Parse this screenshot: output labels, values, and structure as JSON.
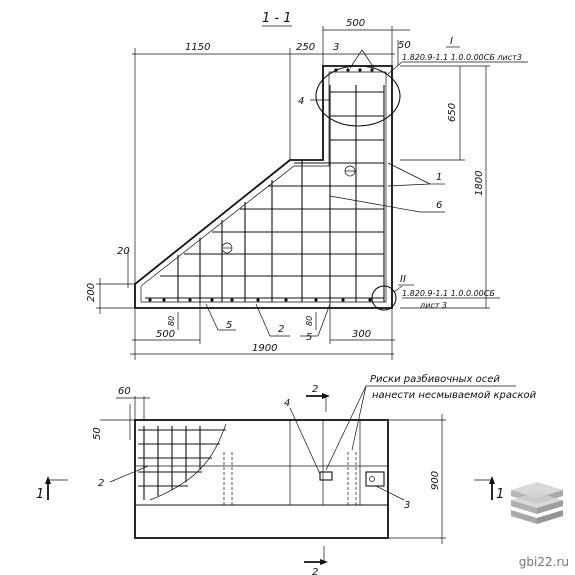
{
  "section_title": "1 - 1",
  "top_dims": {
    "d1150": "1150",
    "d250": "250",
    "d500": "500",
    "d50": "50"
  },
  "side_dims": {
    "d650": "650",
    "d1800": "1800",
    "d20": "20",
    "d200": "200"
  },
  "bottom_dims": {
    "d500": "500",
    "d80a": "80",
    "d80b": "80",
    "d300": "300",
    "d1900": "1900"
  },
  "callouts": {
    "c1": "1",
    "c2": "2",
    "c3": "3",
    "c4": "4",
    "c5a": "5",
    "c5b": "5",
    "c6": "6",
    "node_I": "I",
    "node_II": "II",
    "ref_I": "1.820.9-1.1 1.0.0.00СБ лист3",
    "ref_II": "1.820.9-1.1 1.0.0.00СБ",
    "ref_II_sheet": "лист 3"
  },
  "plan": {
    "d60": "60",
    "d50": "50",
    "d900": "900",
    "note_line1": "Риски разбивочных осей",
    "note_line2": "нанести несмываемой краской",
    "c2": "2",
    "c3": "3",
    "c4": "4",
    "sec1_left": "1",
    "sec1_right": "1",
    "sec2_top": "2",
    "sec2_bottom": "2"
  },
  "brand": "gbi22.ru"
}
